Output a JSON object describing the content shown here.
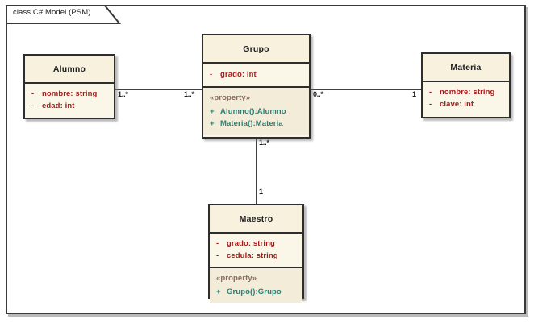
{
  "frame": {
    "label": "class C# Model (PSM)"
  },
  "classes": {
    "alumno": {
      "name": "Alumno",
      "attributes": [
        {
          "visibility": "-",
          "text": "nombre: string"
        },
        {
          "visibility": "-",
          "text": "edad: int"
        }
      ]
    },
    "grupo": {
      "name": "Grupo",
      "attributes": [
        {
          "visibility": "-",
          "text": "grado: int"
        }
      ],
      "stereotype": "«property»",
      "operations": [
        {
          "visibility": "+",
          "text": "Alumno():Alumno"
        },
        {
          "visibility": "+",
          "text": "Materia():Materia"
        }
      ]
    },
    "materia": {
      "name": "Materia",
      "attributes": [
        {
          "visibility": "-",
          "text": "nombre: string"
        },
        {
          "visibility": "-",
          "text": "clave: int"
        }
      ]
    },
    "maestro": {
      "name": "Maestro",
      "attributes": [
        {
          "visibility": "-",
          "text": "grado: string"
        },
        {
          "visibility": "-",
          "text": "cedula: string"
        }
      ],
      "stereotype": "«property»",
      "operations": [
        {
          "visibility": "+",
          "text": "Grupo():Grupo"
        }
      ]
    }
  },
  "associations": {
    "alumno_grupo": {
      "source_multiplicity": "1..*",
      "target_multiplicity": "1..*"
    },
    "grupo_materia": {
      "source_multiplicity": "0..*",
      "target_multiplicity": "1"
    },
    "grupo_maestro": {
      "source_multiplicity": "1..*",
      "target_multiplicity": "1"
    }
  },
  "colors": {
    "class_fill": "#fbf6e4",
    "class_border": "#2e2e2e",
    "attribute_text": "#a31c1c",
    "operation_text": "#2d7d74",
    "stereotype_text": "#8b6a62",
    "line": "#3f3f3f",
    "frame_border": "#3a3a3a"
  }
}
